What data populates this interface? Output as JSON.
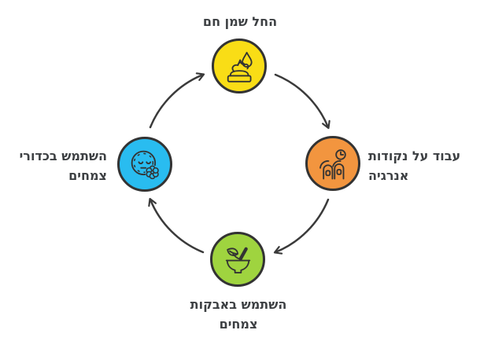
{
  "diagram": {
    "type": "circular-cycle",
    "steps_count": 4,
    "flow_direction": "clockwise",
    "nodes": [
      {
        "position": "top",
        "label": "החל שמן חם",
        "icon": "cream-jar-drop-icon",
        "color": "#f9dd16"
      },
      {
        "position": "right",
        "label": "עבוד על נקודות\nאנרגיה",
        "icon": "fingers-pressure-clock-icon",
        "color": "#f2953f"
      },
      {
        "position": "bottom",
        "label": "השתמש באבקות\nצמחים",
        "icon": "mortar-pestle-leaf-icon",
        "color": "#9fd43f"
      },
      {
        "position": "left",
        "label": "השתמש בכדורי\nצמחים",
        "icon": "herbal-ball-face-flower-icon",
        "color": "#29bcf0"
      }
    ],
    "colors": {
      "outline": "#333333",
      "arrow": "#3a3a3a",
      "text": "#3d4043",
      "background": "#ffffff"
    }
  }
}
